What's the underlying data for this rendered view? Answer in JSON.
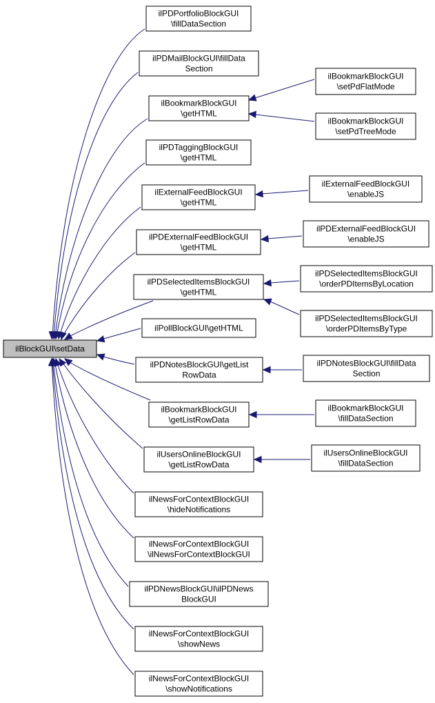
{
  "diagram": {
    "root": {
      "id": "root",
      "lines": [
        "ilBlockGUI\\setData"
      ]
    },
    "callers": [
      {
        "id": "n1",
        "lines": [
          "ilPDPortfolioBlockGUI",
          "\\fillDataSection"
        ]
      },
      {
        "id": "n2",
        "lines": [
          "ilPDMailBlockGUI\\fillData",
          "Section"
        ]
      },
      {
        "id": "n3",
        "lines": [
          "ilBookmarkBlockGUI",
          "\\getHTML"
        ]
      },
      {
        "id": "n4",
        "lines": [
          "ilPDTaggingBlockGUI",
          "\\getHTML"
        ]
      },
      {
        "id": "n5",
        "lines": [
          "ilExternalFeedBlockGUI",
          "\\getHTML"
        ]
      },
      {
        "id": "n6",
        "lines": [
          "ilPDExternalFeedBlockGUI",
          "\\getHTML"
        ]
      },
      {
        "id": "n7",
        "lines": [
          "ilPDSelectedItemsBlockGUI",
          "\\getHTML"
        ]
      },
      {
        "id": "n8",
        "lines": [
          "ilPollBlockGUI\\getHTML"
        ]
      },
      {
        "id": "n9",
        "lines": [
          "ilPDNotesBlockGUI\\getList",
          "RowData"
        ]
      },
      {
        "id": "n10",
        "lines": [
          "ilBookmarkBlockGUI",
          "\\getListRowData"
        ]
      },
      {
        "id": "n11",
        "lines": [
          "ilUsersOnlineBlockGUI",
          "\\getListRowData"
        ]
      },
      {
        "id": "n12",
        "lines": [
          "ilNewsForContextBlockGUI",
          "\\hideNotifications"
        ]
      },
      {
        "id": "n13",
        "lines": [
          "ilNewsForContextBlockGUI",
          "\\ilNewsForContextBlockGUI"
        ]
      },
      {
        "id": "n14",
        "lines": [
          "ilPDNewsBlockGUI\\ilPDNews",
          "BlockGUI"
        ]
      },
      {
        "id": "n15",
        "lines": [
          "ilNewsForContextBlockGUI",
          "\\showNews"
        ]
      },
      {
        "id": "n16",
        "lines": [
          "ilNewsForContextBlockGUI",
          "\\showNotifications"
        ]
      }
    ],
    "second_level": [
      {
        "id": "m1",
        "target": "n3",
        "lines": [
          "ilBookmarkBlockGUI",
          "\\setPdFlatMode"
        ]
      },
      {
        "id": "m2",
        "target": "n3",
        "lines": [
          "ilBookmarkBlockGUI",
          "\\setPdTreeMode"
        ]
      },
      {
        "id": "m3",
        "target": "n5",
        "lines": [
          "ilExternalFeedBlockGUI",
          "\\enableJS"
        ]
      },
      {
        "id": "m4",
        "target": "n6",
        "lines": [
          "ilPDExternalFeedBlockGUI",
          "\\enableJS"
        ]
      },
      {
        "id": "m5",
        "target": "n7",
        "lines": [
          "ilPDSelectedItemsBlockGUI",
          "\\orderPDItemsByLocation"
        ]
      },
      {
        "id": "m6",
        "target": "n7",
        "lines": [
          "ilPDSelectedItemsBlockGUI",
          "\\orderPDItemsByType"
        ]
      },
      {
        "id": "m7",
        "target": "n9",
        "lines": [
          "ilPDNotesBlockGUI\\fillData",
          "Section"
        ]
      },
      {
        "id": "m8",
        "target": "n10",
        "lines": [
          "ilBookmarkBlockGUI",
          "\\fillDataSection"
        ]
      },
      {
        "id": "m9",
        "target": "n11",
        "lines": [
          "ilUsersOnlineBlockGUI",
          "\\fillDataSection"
        ]
      }
    ],
    "colors": {
      "edge": "#191970",
      "root_fill": "#bfbfbf",
      "node_fill": "#ffffff",
      "border": "#000000"
    }
  }
}
